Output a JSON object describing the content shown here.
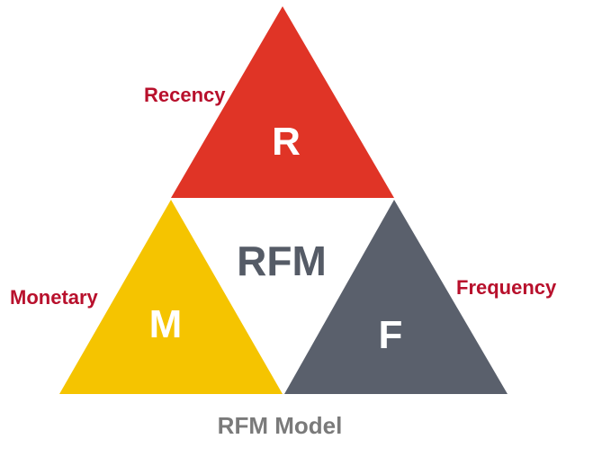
{
  "diagram": {
    "center_label": "RFM",
    "caption": "RFM Model",
    "segments": {
      "recency": {
        "letter": "R",
        "label": "Recency",
        "color": "#e03426"
      },
      "monetary": {
        "letter": "M",
        "label": "Monetary",
        "color": "#f5c400"
      },
      "frequency": {
        "letter": "F",
        "label": "Frequency",
        "color": "#5a606c"
      }
    },
    "label_color": "#b8102c",
    "center_text_color": "#555b66",
    "caption_color": "#7a7a7a"
  }
}
